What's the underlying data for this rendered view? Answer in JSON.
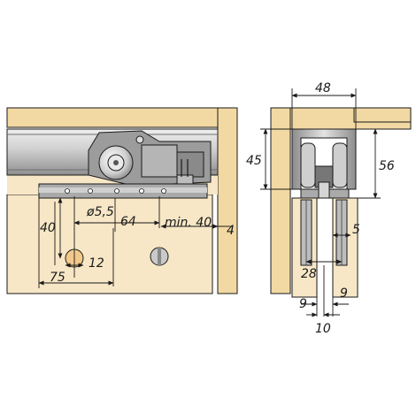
{
  "colors": {
    "wood_light": "#f7e6c4",
    "wood_mid": "#f1d79f",
    "wood_edge": "#e8c47c",
    "rail_light": "#d9d9d9",
    "rail_dark": "#8c8c8c",
    "metal_mid": "#a8a8a8",
    "metal_dark": "#555555",
    "line": "#1a1a1a"
  },
  "icons": {
    "roller": "roller-wheel-icon",
    "bolt": "hex-bolt-icon"
  },
  "front_view": {
    "dim_diameter": "ø5,5",
    "dim_64": "64",
    "dim_min40": "min. 40",
    "dim_4": "4",
    "dim_40": "40",
    "dim_12": "12",
    "dim_75": "75"
  },
  "side_view": {
    "dim_48": "48",
    "dim_45": "45",
    "dim_56": "56",
    "dim_5": "5",
    "dim_28": "28",
    "dim_9_left": "9",
    "dim_9_right": "9",
    "dim_10": "10"
  }
}
